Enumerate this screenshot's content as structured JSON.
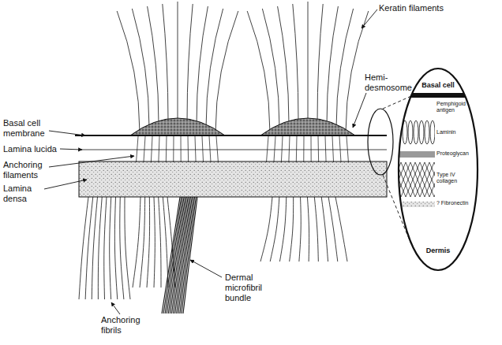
{
  "diagram": {
    "labels": [
      "Keratin filaments",
      "Hemi- desmosome",
      "Basal cell",
      "Basal cell membrane",
      "Pemphigoid antigen",
      "Laminin",
      "Lamina lucida",
      "Proteoglycan",
      "Anchoring filaments",
      "Type IV collagen",
      "Lamina densa",
      "? Fibronectin",
      "Dermis",
      "Dermal microfibril bundle",
      "Anchoring fibrils"
    ]
  }
}
